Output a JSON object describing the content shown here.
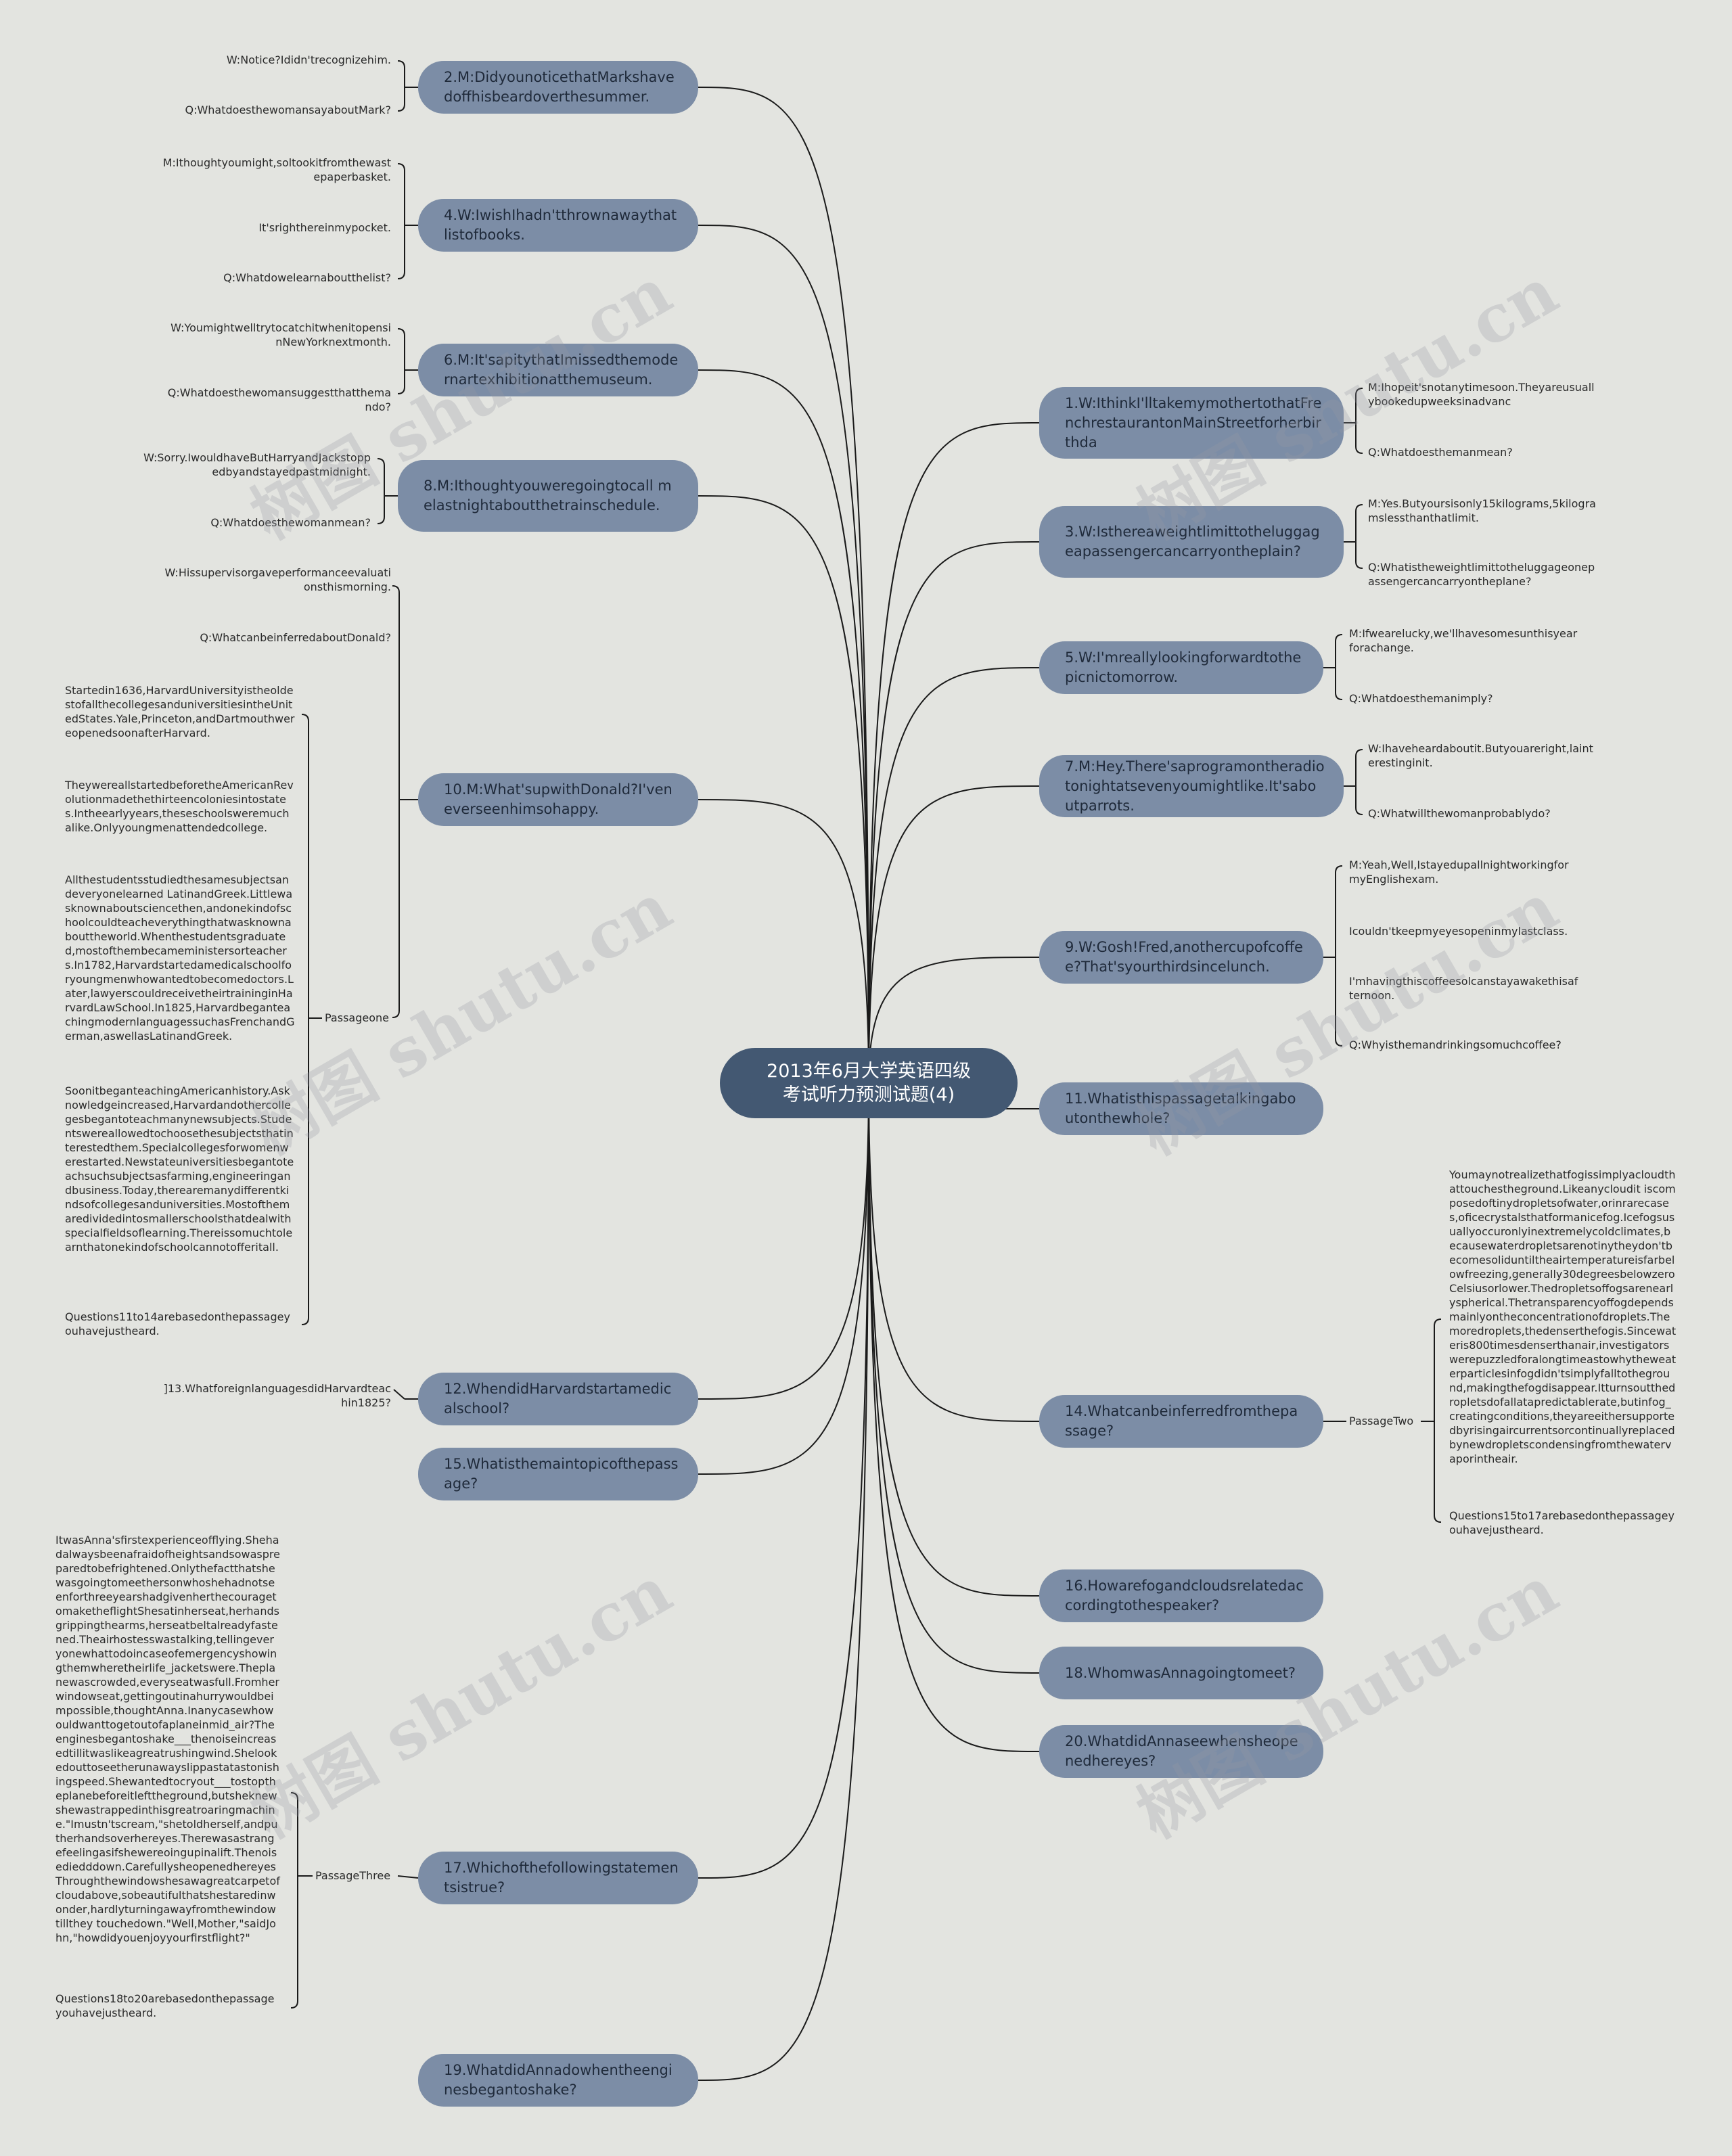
{
  "center": {
    "title": "2013年6月大学英语四级\n考试听力预测试题(4)"
  },
  "watermark": "树图 shutu.cn",
  "left": [
    {
      "label": "2.M:DidyounoticethatMarkshavedoffhisbeardoverthesummer.",
      "leaves": [
        "W:Notice?Ididn'trecognizehim.",
        "Q:WhatdoesthewomansayaboutMark?"
      ]
    },
    {
      "label": "4.W:IwishIhadn'tthrownawaythatlistofbooks.",
      "leaves": [
        "M:Ithoughtyoumight,soltookitfromthewastepaperbasket.",
        "It'srighthereinmypocket.",
        "Q:Whatdowelearnaboutthelist?"
      ]
    },
    {
      "label": "6.M:It'sapitythatImissedthemodernartexhibitionatthemuseum.",
      "leaves": [
        "W:Youmightwelltrytocatchitwhenitopensi nNewYorknextmonth.",
        "Q:Whatdoesthewomansuggestthatthemando?"
      ]
    },
    {
      "label": "8.M:Ithoughtyouweregoingtocall melastnightaboutthetrainschedule.",
      "leaves": [
        "W:Sorry.IwouldhaveButHarryandJackstoppedbyandstayedpastmidnight.",
        "Q:Whatdoesthewomanmean?"
      ]
    },
    {
      "label": "10.M:What'supwithDonald?I'veneverseenhimsohappy.",
      "leaves": [
        "W:Hissupervisorgaveperformanceevaluationsthismorning.",
        "Q:WhatcanbeinferredaboutDonald?"
      ],
      "passage": {
        "label": "Passageone",
        "items": [
          "Startedin1636,HarvardUniversityistheoldestofallthecollegesanduniversitiesintheUnitedStates.Yale,Princeton,andDartmouthwereopenedsoonafterHarvard.",
          "TheywereallstartedbeforetheAmericanRevolutionmadethethirteencoloniesintostates.Intheearlyyears,theseschoolsweremuchalike.Onlyyoungmenattendedcollege.",
          "Allthestudentsstudiedthesamesubjectsandeveryonelearned LatinandGreek.Littlewasknownaboutsciencethen,andonekindofschoolcouldteacheverythingthatwasknownabouttheworld.Whenthestudentsgraduated,mostofthembecameministersorteachers.In1782,Harvardstartedamedicalschoolforyoungmenwhowantedtobecomedoctors.Later,lawyerscouldreceivetheirtraininginHarvardLawSchool.In1825,HarvardbeganteachingmodernlanguagessuchasFrenchandGerman,aswellasLatinandGreek.",
          "SoonitbeganteachingAmericanhistory.Asknowledgeincreased,Harvardandothercollegesbegantoteachmanynewsubjects.Studentswereallowedtochoosethesubjectsthatinterestedthem.Specialcollegesforwomenwerestarted.Newstateuniversitiesbegantoteachsuchsubjectsasfarming,engineeringandbusiness.Today,therearemanydifferentkindsofcollegesanduniversities.Mostofthemaredividedintosmallerschoolsthatdealwithspecialfieldsoflearning.Thereissomuchtolearnthatonekindofschoolcannotofferitall.",
          "Questions11to14arebasedonthepassageyouhavejustheard."
        ]
      }
    },
    {
      "label": "12.WhendidHarvardstartamedicalschool?",
      "leaves": [
        "]13.WhatforeignlanguagesdidHarvardteachin1825?"
      ]
    },
    {
      "label": "15.Whatisthemaintopicofthepassage?",
      "leaves": []
    },
    {
      "label": "17.Whichofthefollowingstatementsistrue?",
      "leaves": [],
      "passage": {
        "label": "PassageThree",
        "items": [
          "ItwasAnna'sfirstexperienceofflying.Shehadalwaysbeenafraidofheightsandsowaspreparedtobefrightened.OnlythefactthatshewasgoingtomeethersonwhoshehadnotseenforthreeyearshadgivenherthecouragetomaketheflightShesatinherseat,herhandsgrippingthearms,herseatbeltalreadyfastened.Theairhostesswastalking,tellingeveryonewhattodoincaseofemergencyshowingthemwheretheirlife_jacketswere.Theplanewascrowded,everyseatwasfull.Fromherwindowseat,gettingoutinahurrywouldbeimpossible,thoughtAnna.Inanycasewhowouldwanttogetoutofaplaneinmid_air?Theenginesbegantoshake___thenoiseincreasedtillitwaslikeagreatrushingwind.Shelookedouttoseetherunawayslippastatastonishingspeed.Shewantedtocryout___tostoptheplanebeforeitlefttheground,butsheknewshewastrappedinthisgreatroaringmachine.\"Imustn'tscream,\"shetoldherself,andputherhandsoverhereyes.Therewasastrangefeelingasifshewereoingupinalift.Thenoisediedddown.CarefullysheopenedhereyesThroughthewindowshesawagreatcarpetofcloudabove,sobeautifulthatshestaredinwonder,hardlyturningawayfromthewindowtillthey touchedown.\"Well,Mother,\"saidJohn,\"howdidyouenjoyyourfirstflight?\"",
          "Questions18to20arebasedonthepassageyouhavejustheard."
        ]
      }
    },
    {
      "label": "19.WhatdidAnnadowhentheenginesbegantoshake?",
      "leaves": []
    }
  ],
  "right": [
    {
      "label": "1.W:IthinkI'lltakemymothertothatFrenchrestaurantonMainStreetforherbirthda",
      "leaves": [
        "M:Ihopeit'snotanytimesoon.Theyareusuallybookedupweeksinadvanc",
        "Q:Whatdoesthemanmean?"
      ]
    },
    {
      "label": "3.W:Isthereaweightlimittotheluggageapassengercancarryontheplain?",
      "leaves": [
        "M:Yes.Butyoursisonly15kilograms,5kilogramslessthanthatlimit.",
        "Q:Whatistheweightlimittotheluggageonepassengercancarryontheplane?"
      ]
    },
    {
      "label": "5.W:I'mreallylookingforwardtothepicnictomorrow.",
      "leaves": [
        "M:Ifwearelucky,we'llhavesomesunthisyearforachange.",
        "Q:Whatdoesthemanimply?"
      ]
    },
    {
      "label": "7.M:Hey.There'saprogramontheradiotonightatsevenyoumightlike.It'saboutparrots.",
      "leaves": [
        "W:Ihaveheardaboutit.Butyouareright,lainterestinginit.",
        "Q:Whatwillthewomanprobablydo?"
      ]
    },
    {
      "label": "9.W:Gosh!Fred,anothercupofcoffee?That'syourthirdsincelunch.",
      "leaves": [
        "M:Yeah,Well,Istayedupallnightworkingfor myEnglishexam.",
        "Icouldn'tkeepmyeyesopeninmylastclass.",
        "I'mhavingthiscoffeesolcanstayawakethisafternoon.",
        "Q:Whyisthemandrinkingsomuchcoffee?"
      ]
    },
    {
      "label": "11.Whatisthispassagetalkingaboutonthewhole?",
      "leaves": []
    },
    {
      "label": "14.Whatcanbeinferredfromthepassage?",
      "leaves": [],
      "passage": {
        "label": "PassageTwo",
        "items": [
          "Youmaynotrealizethatfogissimplyacloudthattouchestheground.Likeanycloudit iscomposedoftinydropletsofwater,orinrarecases,oficecrystalsthatformanicefog.Icefogsusuallyoccuronlyinextremelycoldclimates,becausewaterdropletsarenotinytheydon'tbecomesoliduntiltheairtemperatureisfarbelowfreezing,generally30degreesbelowzeroCelsiusorlower.Thedropletsoffogsarenearlyspherical.Thetransparencyoffogdependsmainlyontheconcentrationofdroplets.Themoredroplets,thedenserthefogis.Sincewateris800timesdenserthanair,investigatorswerepuzzledforalongtimeastowhytheweaterparticlesinfogdidn'tsimplyfalltotheground,makingthefogdisappear.Itturnsoutthedropletsdofallatapredictablerate,butinfog_creatingconditions,theyareeithersupportedbyrisingaircurrentsorcontinuallyreplacedbynewdropletscondensingfromthewatervaporintheair.",
          "Questions15to17arebasedonthepassageyouhavejustheard."
        ]
      }
    },
    {
      "label": "16.Howarefogandcloudsrelatedaccordingtothespeaker?",
      "leaves": []
    },
    {
      "label": "18.WhomwasAnnagoingtomeet?",
      "leaves": []
    },
    {
      "label": "20.WhatdidAnnaseewhensheopenedhereyes?",
      "leaves": []
    }
  ],
  "colors": {
    "background": "#e3e4e0",
    "center": "#435872",
    "branch": "#7c8da6",
    "line": "#1a1a1a"
  }
}
